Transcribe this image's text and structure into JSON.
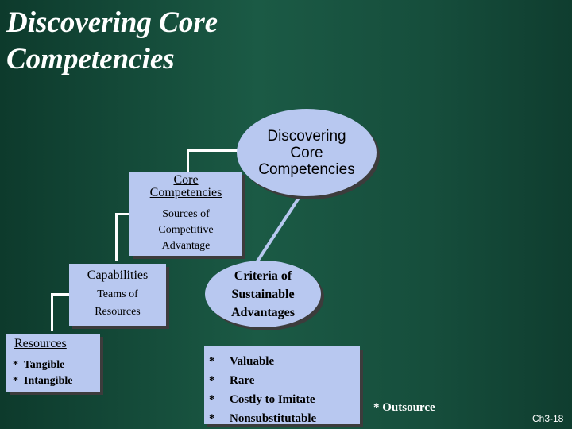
{
  "title_line1": "Discovering Core",
  "title_line2": "Competencies",
  "hierarchy": {
    "core_competencies": "Core Competencies",
    "sources_line1": "Sources of",
    "sources_line2": "Competitive",
    "sources_line3": "Advantage",
    "capabilities": "Capabilities",
    "teams_line1": "Teams of",
    "teams_line2": "Resources",
    "resources_header": "Resources",
    "resources_items": [
      "*  Tangible",
      "*  Intangible"
    ]
  },
  "bubble": {
    "line1": "Discovering",
    "line2": "Core",
    "line3": "Competencies"
  },
  "criteria": {
    "line1": "Criteria of",
    "line2": "Sustainable",
    "line3": "Advantages",
    "items": [
      {
        "star": "*",
        "text": "Valuable"
      },
      {
        "star": "*",
        "text": "Rare"
      },
      {
        "star": "*",
        "text": "Costly to Imitate"
      },
      {
        "star": "*",
        "text": "Nonsubstitutable"
      }
    ]
  },
  "outsource": "* Outsource",
  "slide_number": "Ch3-18",
  "colors": {
    "box_fill": "#b8c8f0",
    "background": "#1b5a45",
    "connector": "#ffffff",
    "pointer": "#b8c8f0"
  }
}
